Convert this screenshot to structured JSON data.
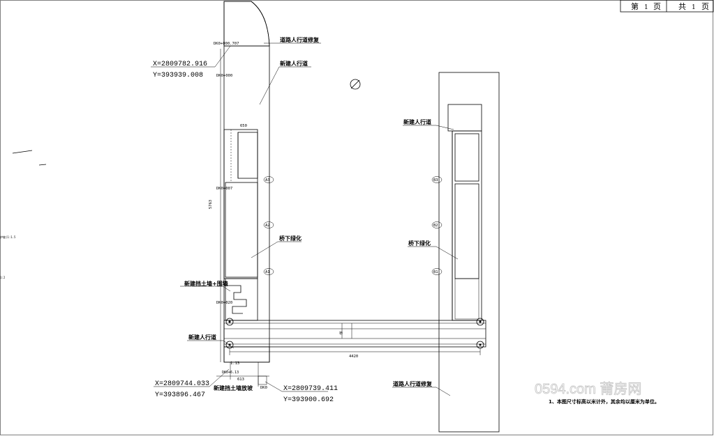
{
  "title_block": {
    "page_prefix": "第",
    "page_no": "1",
    "page_suffix": "页",
    "total_prefix": "共",
    "total_no": "1",
    "total_suffix": "页"
  },
  "labels": {
    "road_repair_top": "道路人行道修复",
    "new_sidewalk_top": "新建人行道",
    "new_sidewalk_right": "新建人行道",
    "greening_left": "桥下绿化",
    "greening_right": "桥下绿化",
    "retaining_wall": "新建挡土墙+围墙",
    "new_sidewalk_bottom": "新建人行道",
    "retaining_slope": "新建挡土墙放坡",
    "road_repair_bottom": "道路人行道修复"
  },
  "coordinates": {
    "top_x": "X=2809782.916",
    "top_y": "Y=393939.008",
    "bl_x": "X=2809744.033",
    "bl_y": "Y=393896.467",
    "br_x": "X=2809739.411",
    "br_y": "Y=393900.692"
  },
  "stations": {
    "s1": "DK0+000.707",
    "s2": "DK0+000",
    "s3": "DK0+007",
    "s4": "DK0+020",
    "s5": "DK0"
  },
  "dimensions": {
    "span": "4420",
    "length_vertical": "5763",
    "width_bottom": "613",
    "top_width": "650",
    "bottom_offset": "1.13"
  },
  "axis_markers": {
    "a1": "A3",
    "a2": "A2",
    "a3": "A1",
    "b1": "B3",
    "b2": "B2",
    "b3": "B1"
  },
  "note": "1、本图尺寸标高以米计外，其余均以厘米为单位。",
  "watermark": "0594.com 莆房网"
}
